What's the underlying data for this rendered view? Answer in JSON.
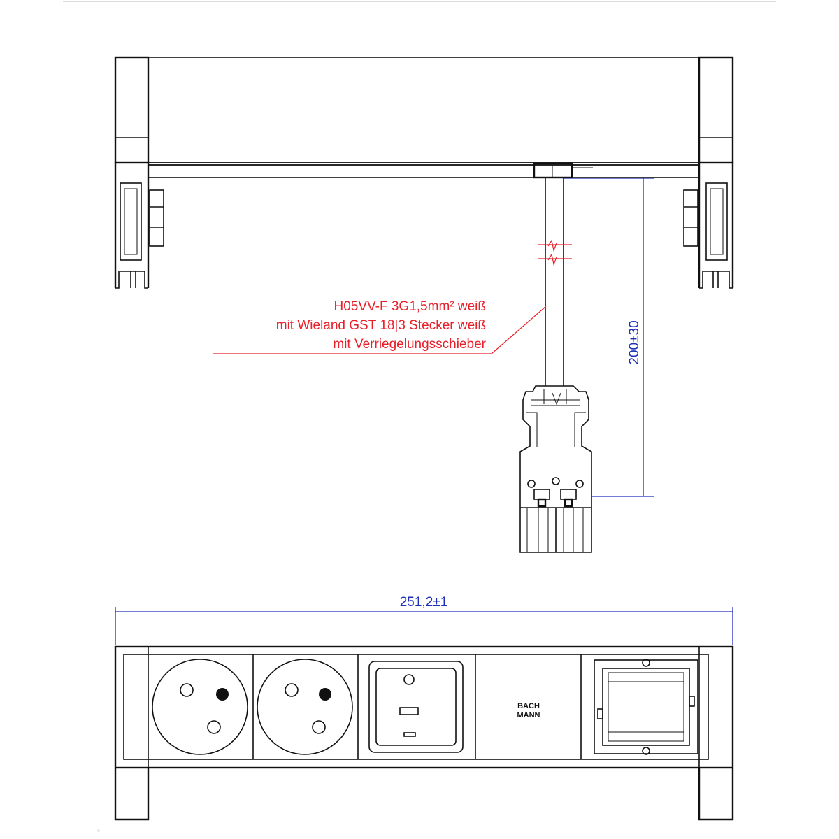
{
  "annotation": {
    "line1": "H05VV-F 3G1,5mm² weiß",
    "line2": "mit Wieland GST 18|3 Stecker weiß",
    "line3": "mit Verriegelungsschieber",
    "color": "#e8202a"
  },
  "dimensions": {
    "cable_length": "200±30",
    "total_width": "251,2±1",
    "color": "#1c2fb8"
  },
  "front_view": {
    "modules": [
      {
        "type": "socket-type-e"
      },
      {
        "type": "socket-type-e"
      },
      {
        "type": "switch"
      },
      {
        "type": "blank-logo-plate",
        "logo_line1": "BACH",
        "logo_line2": "MANN"
      },
      {
        "type": "empty-module-frame"
      }
    ]
  }
}
